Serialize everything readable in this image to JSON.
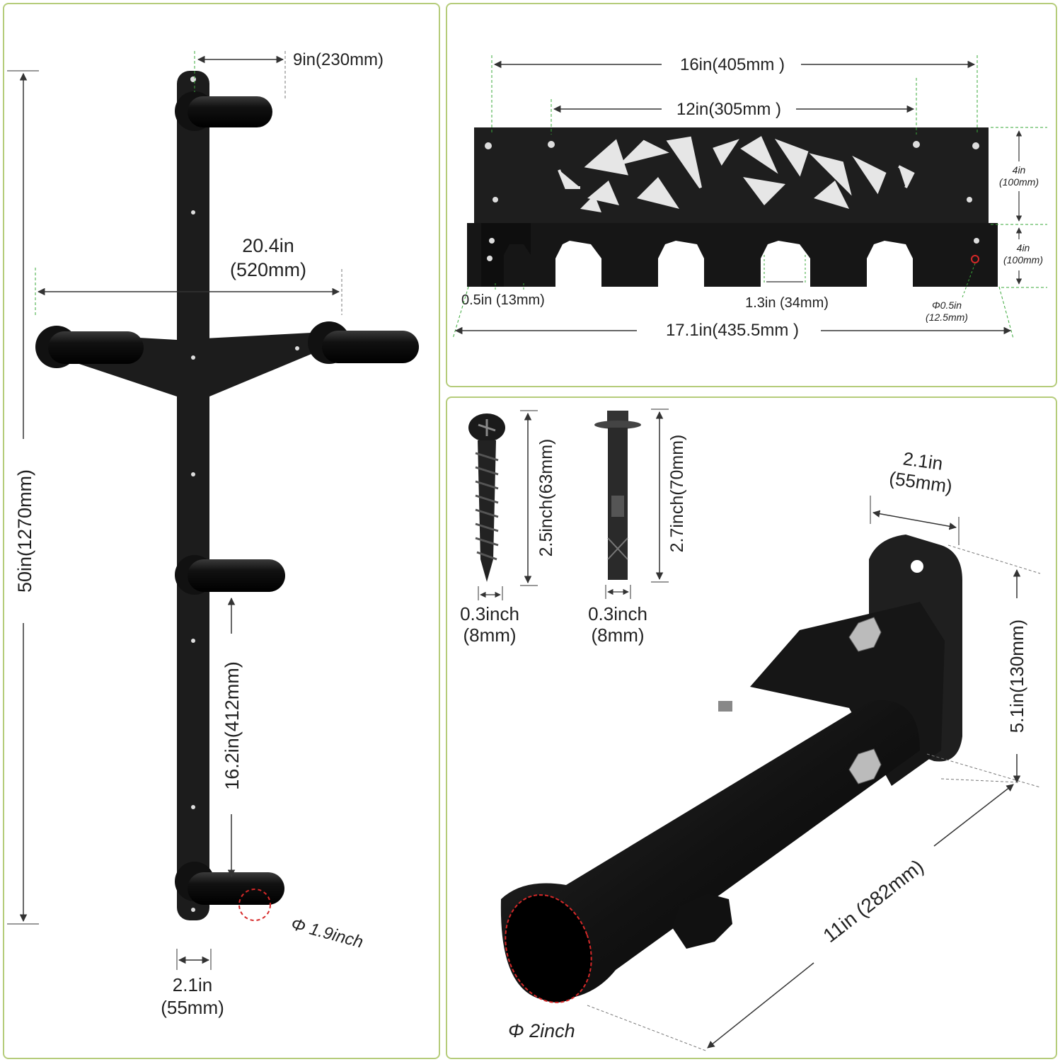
{
  "colors": {
    "panel_border": "#b5cc7a",
    "metal": "#1a1a1a",
    "dim_line": "#333333",
    "guide_green": "#3aa83a",
    "highlight_red": "#d62828"
  },
  "left_panel": {
    "top_offset": "9in(230mm)",
    "arm_span_value": "20.4in",
    "arm_span_metric": "(520mm)",
    "height_total": "50in(1270mm)",
    "peg_spacing": "16.2in(412mm)",
    "peg_diameter": "Φ 1.9inch",
    "bar_width_value": "2.1in",
    "bar_width_metric": "(55mm)"
  },
  "top_right_panel": {
    "outer_holes": "16in(405mm )",
    "inner_holes": "12in(305mm )",
    "height_upper_value": "4in",
    "height_upper_metric": "(100mm)",
    "height_lower_value": "4in",
    "height_lower_metric": "(100mm)",
    "slot_edge": "0.5in (13mm)",
    "slot_width": "1.3in (34mm)",
    "hole_diameter_value": "Φ0.5in",
    "hole_diameter_metric": "(12.5mm)",
    "total_width": "17.1in(435.5mm )"
  },
  "bottom_right_panel": {
    "screw_length": "2.5inch(63mm)",
    "screw_width_value": "0.3inch",
    "screw_width_metric": "(8mm)",
    "bolt_length": "2.7inch(70mm)",
    "bolt_width_value": "0.3inch",
    "bolt_width_metric": "(8mm)",
    "plate_width_value": "2.1in",
    "plate_width_metric": "(55mm)",
    "plate_height": "5.1in(130mm)",
    "sleeve_length": "11in (282mm)",
    "sleeve_diameter": "Φ 2inch"
  }
}
